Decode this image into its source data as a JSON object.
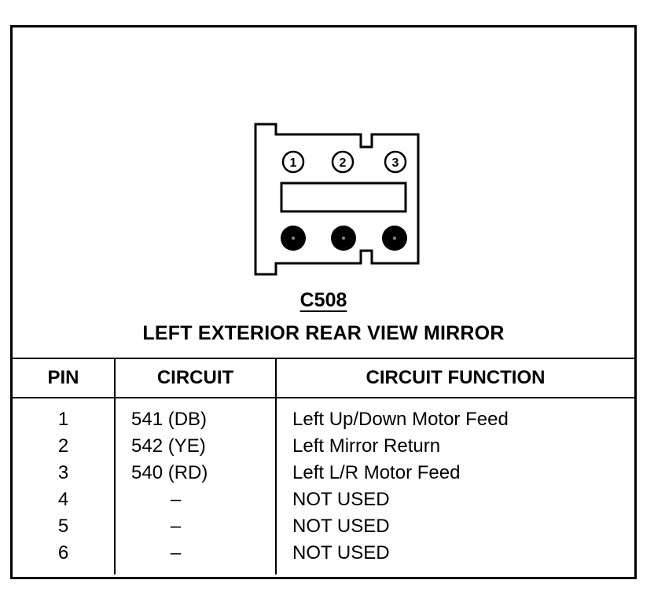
{
  "connector": {
    "id": "C508",
    "name": "LEFT EXTERIOR REAR VIEW MIRROR",
    "cavity_numbers": [
      "1",
      "2",
      "3"
    ]
  },
  "table": {
    "headers": [
      "PIN",
      "CIRCUIT",
      "CIRCUIT FUNCTION"
    ],
    "rows": [
      {
        "pin": "1",
        "circuit": "541 (DB)",
        "function": "Left Up/Down Motor Feed"
      },
      {
        "pin": "2",
        "circuit": "542 (YE)",
        "function": "Left Mirror Return"
      },
      {
        "pin": "3",
        "circuit": "540 (RD)",
        "function": "Left L/R Motor Feed"
      },
      {
        "pin": "4",
        "circuit": "–",
        "function": "NOT USED"
      },
      {
        "pin": "5",
        "circuit": "–",
        "function": "NOT USED"
      },
      {
        "pin": "6",
        "circuit": "–",
        "function": "NOT USED"
      }
    ]
  }
}
